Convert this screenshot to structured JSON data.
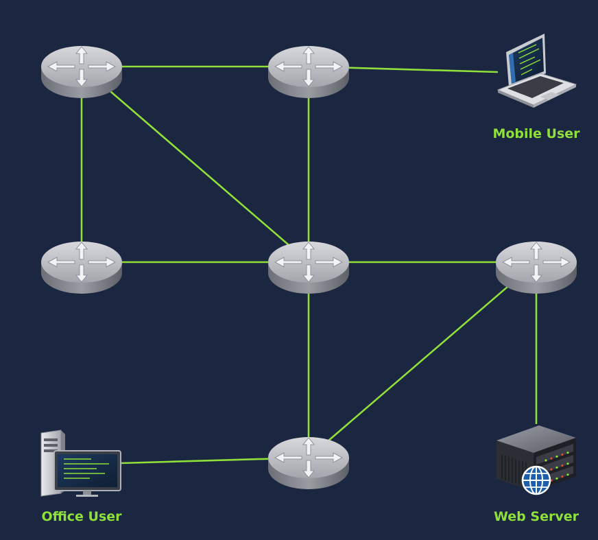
{
  "diagram": {
    "nodes": [
      {
        "id": "r1",
        "kind": "router",
        "name": "router-top-left"
      },
      {
        "id": "r2",
        "kind": "router",
        "name": "router-top-middle"
      },
      {
        "id": "r3",
        "kind": "router",
        "name": "router-middle-left"
      },
      {
        "id": "r4",
        "kind": "router",
        "name": "router-center"
      },
      {
        "id": "r5",
        "kind": "router",
        "name": "router-middle-right"
      },
      {
        "id": "r6",
        "kind": "router",
        "name": "router-bottom-middle"
      },
      {
        "id": "mobile",
        "kind": "laptop",
        "name": "mobile-user-laptop",
        "label": "Mobile User"
      },
      {
        "id": "office",
        "kind": "desktop",
        "name": "office-user-desktop",
        "label": "Office User"
      },
      {
        "id": "web",
        "kind": "server",
        "name": "web-server",
        "label": "Web Server"
      }
    ],
    "links": [
      [
        "r1",
        "r2"
      ],
      [
        "r2",
        "mobile"
      ],
      [
        "r1",
        "r3"
      ],
      [
        "r1",
        "r4"
      ],
      [
        "r2",
        "r4"
      ],
      [
        "r3",
        "r4"
      ],
      [
        "r4",
        "r5"
      ],
      [
        "r4",
        "r6"
      ],
      [
        "r5",
        "r6"
      ],
      [
        "r5",
        "web"
      ],
      [
        "office",
        "r6"
      ]
    ],
    "colors": {
      "background": "#1b2640",
      "link": "#8fe03a",
      "label": "#8fe03a",
      "router": "#a9abb3"
    }
  }
}
